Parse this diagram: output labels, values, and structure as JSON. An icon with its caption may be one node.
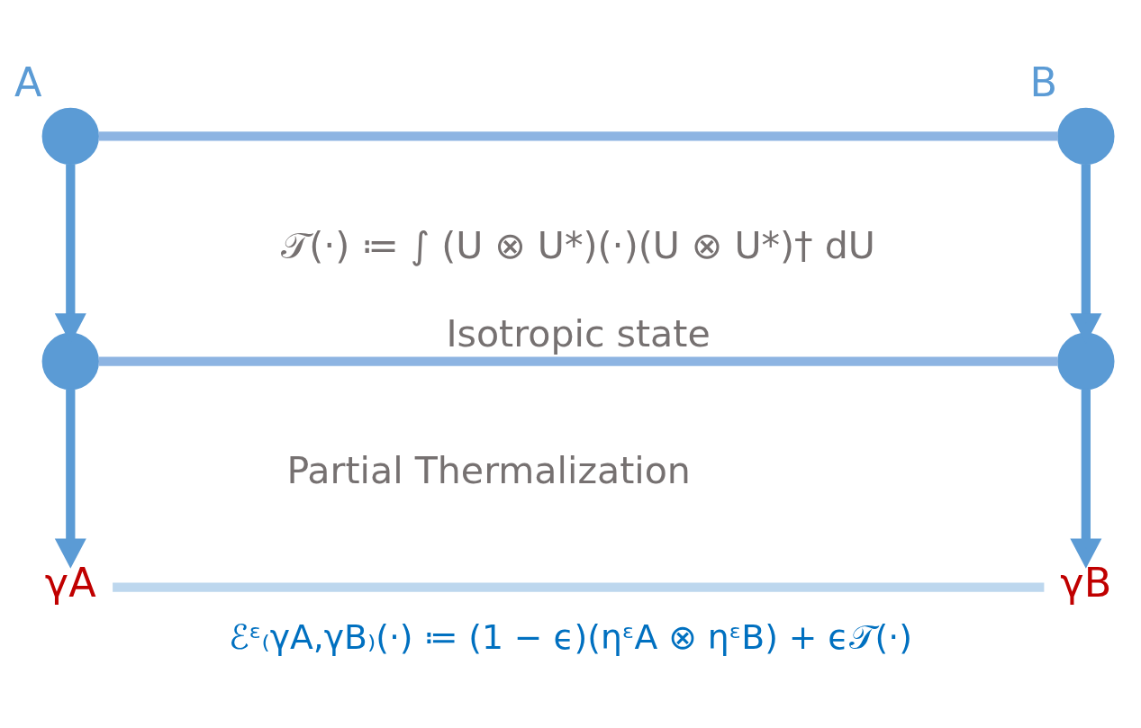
{
  "diagram": {
    "caption": "ℰᵋ₍γA,γB₎(·) ≔ (1 − ϵ)(ηᵋA ⊗ ηᵋB) + ϵ𝒯(·)",
    "nodes": [
      {
        "text": [
          "A"
        ]
      },
      {
        "text": [
          "B"
        ]
      },
      {
        "text": [],
        "shape": "circle"
      },
      {
        "text": [],
        "shape": "circle"
      },
      {
        "text": [
          "γA"
        ]
      },
      {
        "text": [
          "γB"
        ]
      }
    ],
    "edges": [
      {
        "from": 0,
        "to": 1,
        "arrow": "none",
        "color": "#8db4e2"
      },
      {
        "from": 0,
        "to": 2,
        "arrow": "to"
      },
      {
        "from": 1,
        "to": 3,
        "arrow": "to"
      },
      {
        "from": 2,
        "to": 3,
        "arrow": "none",
        "label": "Isotropic state",
        "color": "#8db4e2"
      },
      {
        "from": 2,
        "to": 4,
        "arrow": "to"
      },
      {
        "from": 3,
        "to": 5,
        "arrow": "to"
      },
      {
        "from": 4,
        "to": 5,
        "arrow": "none",
        "color": "#bdd7ee"
      }
    ],
    "labels": [
      "𝒯(·) ≔ ∫ (U ⊗ U*)(·)(U ⊗ U*)† dU",
      "Partial Thermalization"
    ]
  }
}
